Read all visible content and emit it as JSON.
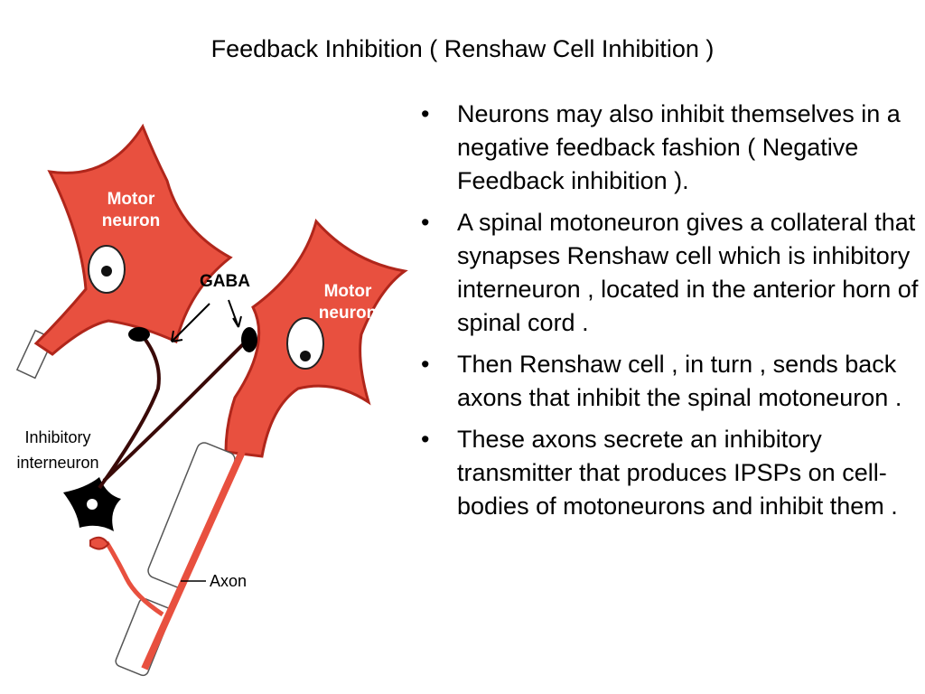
{
  "slide": {
    "title": "Feedback Inhibition ( Renshaw Cell Inhibition )"
  },
  "diagram": {
    "labels": {
      "gaba": "GABA",
      "motor_neuron_1_line1": "Motor",
      "motor_neuron_1_line2": "neuron",
      "motor_neuron_2_line1": "Motor",
      "motor_neuron_2_line2": "neuron",
      "inhibitory_line1": "Inhibitory",
      "inhibitory_line2": "interneuron",
      "axon": "Axon"
    },
    "colors": {
      "neuron_fill": "#e8503f",
      "neuron_stroke": "#b0261b",
      "inhibitory_fill": "#000000",
      "axon_line": "#3a0a08"
    }
  },
  "bullets": [
    "Neurons may also inhibit themselves in a negative feedback fashion ( Negative Feedback inhibition ).",
    "A spinal motoneuron gives a collateral that synapses  Renshaw cell which is inhibitory interneuron , located in the anterior horn of spinal cord .",
    "Then  Renshaw cell , in turn , sends back  axons  that inhibit the spinal motoneuron .",
    "These axons secrete an inhibitory transmitter that produces IPSPs on cell-bodies of motoneurons and inhibit them ."
  ],
  "bullet_symbol": "•"
}
